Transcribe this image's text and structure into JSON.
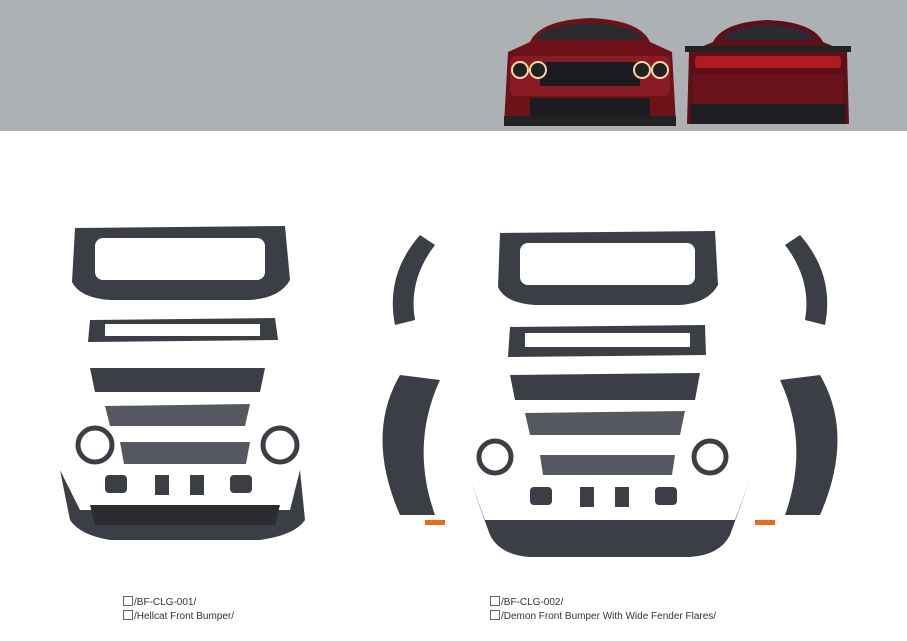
{
  "banner": {
    "background": "#aeb1b4",
    "images": [
      "car-front-view",
      "car-rear-view"
    ],
    "car_color": "#7a1520"
  },
  "products": [
    {
      "code_line": "/BF-CLG-001/",
      "name_line": "/Hellcat Front Bumper/"
    },
    {
      "code_line": "/BF-CLG-002/",
      "name_line": "/Demon Front Bumper With Wide Fender Flares/"
    }
  ],
  "part_color": "#3b3e44"
}
